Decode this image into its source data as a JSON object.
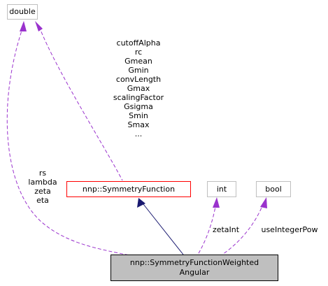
{
  "nodes": {
    "double": "double",
    "symmetry_function": "nnp::SymmetryFunction",
    "int": "int",
    "bool": "bool",
    "main_line1": "nnp::SymmetryFunctionWeighted",
    "main_line2": "Angular"
  },
  "edges": {
    "double_to_sf": [
      "cutoffAlpha",
      "rc",
      "Gmean",
      "Gmin",
      "convLength",
      "Gmax",
      "scalingFactor",
      "Gsigma",
      "Smin",
      "Smax",
      "..."
    ],
    "double_to_main": [
      "rs",
      "lambda",
      "zeta",
      "eta"
    ],
    "int_to_main": [
      "zetaInt"
    ],
    "bool_to_main": [
      "useIntegerPow"
    ]
  },
  "colors": {
    "inheritance": "#191970",
    "usage": "#9a32cd",
    "base_border": "#ff0000",
    "external_border": "#bfbfbf",
    "main_fill": "#bfbfbf"
  }
}
